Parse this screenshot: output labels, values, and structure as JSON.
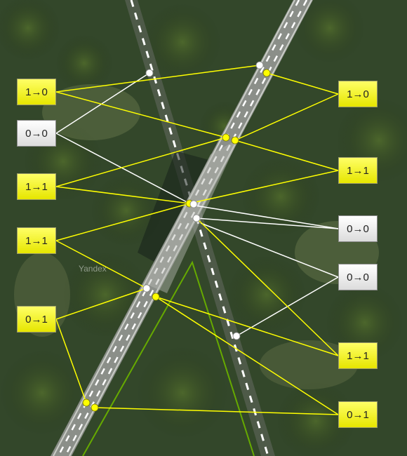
{
  "labels": {
    "l1": "1→0",
    "l2": "0→0",
    "l3": "1→1",
    "l4": "1→1",
    "l5": "0→1",
    "r1": "1→0",
    "r2": "1→1",
    "r3": "0→0",
    "r4": "0→0",
    "r5": "1→1",
    "r6": "0→1"
  },
  "watermark": "Yandex",
  "colors": {
    "highlight_label": "#ffff33",
    "neutral_label": "#f0f0f0",
    "yellow_connector": "#ffff00",
    "white_connector": "#ffffff",
    "boundary_line": "#66aa00"
  }
}
